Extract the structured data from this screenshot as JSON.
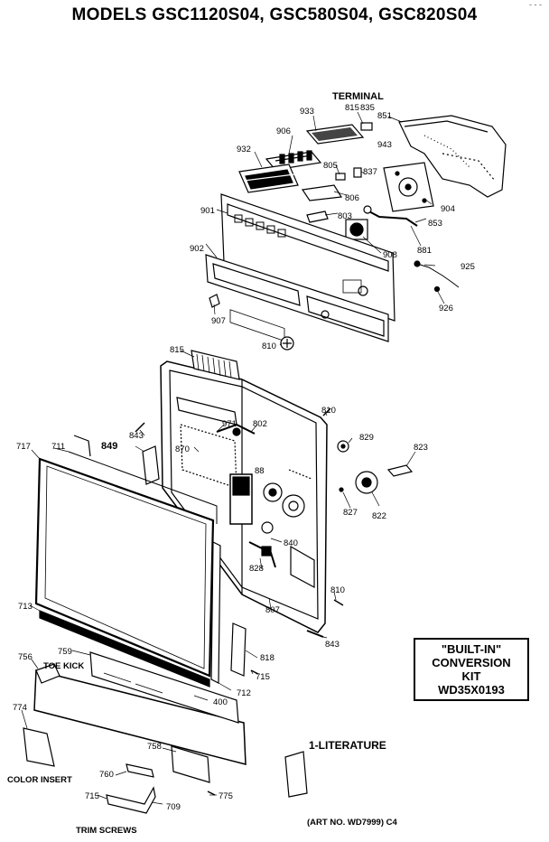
{
  "header": {
    "title": "MODELS GSC1120S04, GSC580S04, GSC820S04",
    "corner_mark": "- - -"
  },
  "callouts": {
    "terminal": "TERMINAL",
    "toe_kick": "TOE KICK",
    "color_insert": "COLOR INSERT",
    "trim_screws": "TRIM SCREWS",
    "literature": "1-LITERATURE",
    "art_no": "(ART NO. WD7999) C4"
  },
  "kit_box": {
    "line1": "\"BUILT-IN\"",
    "line2": "CONVERSION",
    "line3": "KIT",
    "line4": "WD35X0193"
  },
  "part_numbers": [
    "933",
    "815",
    "835",
    "851",
    "906",
    "943",
    "932",
    "805",
    "837",
    "806",
    "901",
    "803",
    "904",
    "853",
    "908",
    "881",
    "902",
    "925",
    "907",
    "926",
    "815",
    "810",
    "971",
    "802",
    "843",
    "849",
    "717",
    "711",
    "870",
    "810",
    "829",
    "823",
    "88",
    "827",
    "822",
    "840",
    "828",
    "713",
    "807",
    "810",
    "843",
    "756",
    "759",
    "818",
    "715",
    "712",
    "400",
    "774",
    "758",
    "760",
    "775",
    "715",
    "709"
  ]
}
